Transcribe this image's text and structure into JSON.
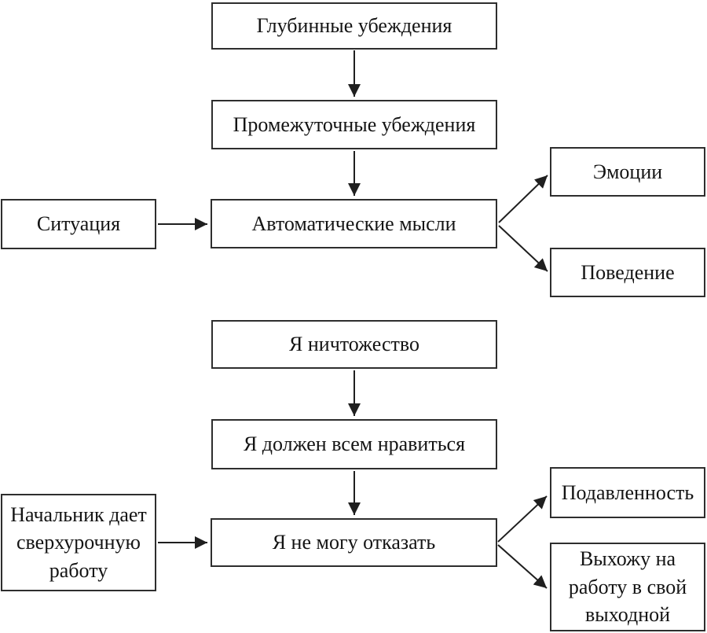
{
  "colors": {
    "box_border": "#2e2e2e",
    "box_background": "#ffffff",
    "text": "#141414",
    "arrow": "#1f1f1f"
  },
  "generic_model": {
    "core_beliefs": "Глубинные убеждения",
    "intermediate_beliefs": "Промежуточные убеждения",
    "situation": "Ситуация",
    "automatic_thoughts": "Автоматические мысли",
    "emotions": "Эмоции",
    "behavior": "Поведение"
  },
  "example_model": {
    "core_belief": "Я ничтожество",
    "intermediate_belief": "Я должен всем нравиться",
    "situation_lines": [
      "Начальник дает",
      "сверхурочную",
      "работу"
    ],
    "automatic_thought": "Я не могу отказать",
    "emotion": "Подавленность",
    "behavior_lines": [
      "Выхожу на",
      "работу в свой",
      "выходной"
    ]
  }
}
